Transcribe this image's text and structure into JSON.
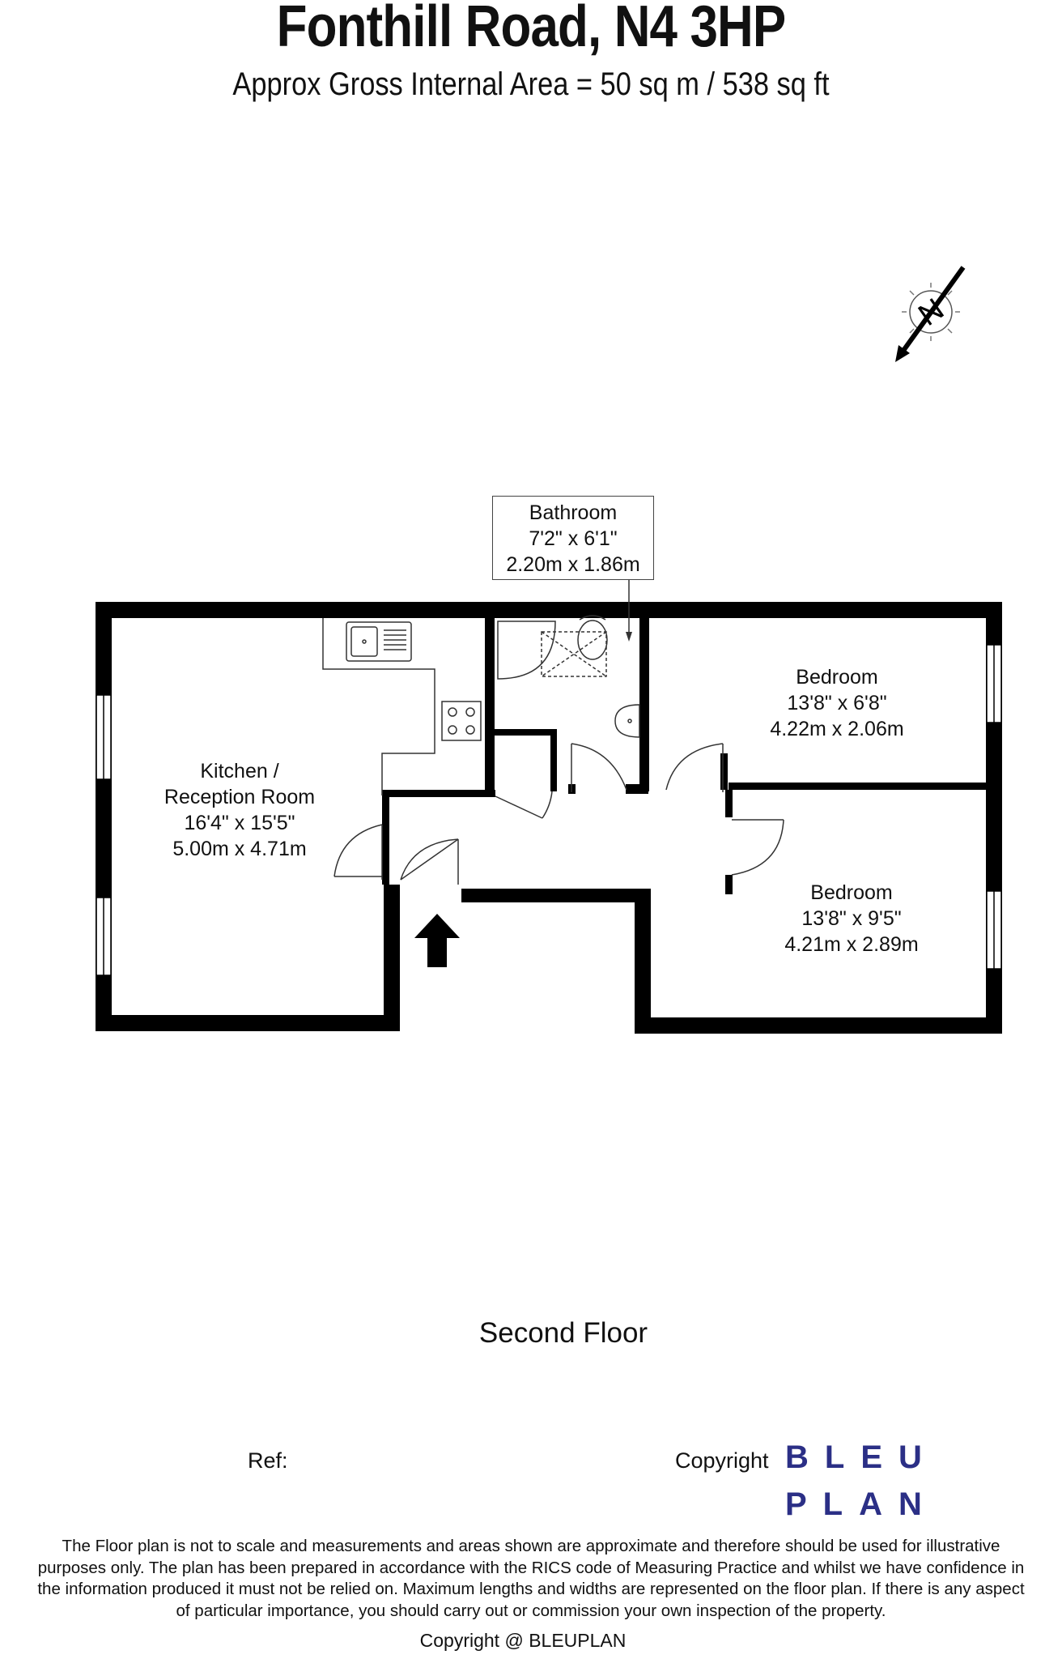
{
  "header": {
    "title": "Fonthill Road, N4 3HP",
    "subtitle": "Approx Gross Internal Area = 50 sq m / 538 sq ft"
  },
  "compass": {
    "letter": "N"
  },
  "rooms": {
    "kitchen": {
      "line1": "Kitchen /",
      "line2": "Reception Room",
      "imperial": "16'4\" x 15'5\"",
      "metric": "5.00m x 4.71m"
    },
    "bathroom": {
      "line1": "Bathroom",
      "imperial": "7'2\" x 6'1\"",
      "metric": "2.20m x 1.86m"
    },
    "bedroom1": {
      "line1": "Bedroom",
      "imperial": "13'8\" x 6'8\"",
      "metric": "4.22m x 2.06m"
    },
    "bedroom2": {
      "line1": "Bedroom",
      "imperial": "13'8\" x 9'5\"",
      "metric": "4.21m x 2.89m"
    }
  },
  "floor_label": "Second Floor",
  "ref_label": "Ref:",
  "copyright_label": "Copyright",
  "logo": {
    "line1": "BLEU",
    "line2": "PLAN"
  },
  "disclaimer": [
    "The Floor plan is not to scale and measurements and areas shown are approximate and therefore should be used for illustrative",
    "purposes only. The plan has been prepared in accordance with the RICS code of Measuring Practice and whilst we have confidence in",
    "the information produced it must not be relied on. Maximum lengths and widths are represented on the floor plan. If there is any aspect",
    "of particular importance, you should carry out or commission your own inspection of the property."
  ],
  "footer": "Copyright @ BLEUPLAN",
  "colors": {
    "wall": "#000000",
    "logo": "#2b2f86",
    "window": "#ffffff"
  }
}
